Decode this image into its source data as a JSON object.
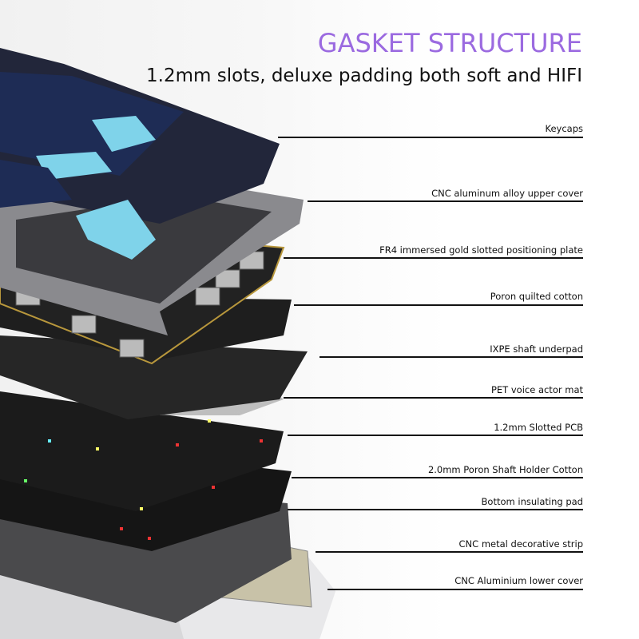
{
  "header": {
    "title": "GASKET STRUCTURE",
    "subtitle": "1.2mm slots, deluxe padding both soft and HIFI"
  },
  "layers": [
    {
      "label": "Keycaps"
    },
    {
      "label": "CNC aluminum alloy upper cover"
    },
    {
      "label": "FR4 immersed gold slotted positioning plate"
    },
    {
      "label": "Poron quilted cotton"
    },
    {
      "label": "IXPE shaft underpad"
    },
    {
      "label": "PET voice actor mat"
    },
    {
      "label": "1.2mm Slotted PCB"
    },
    {
      "label": "2.0mm Poron Shaft Holder Cotton"
    },
    {
      "label": "Bottom insulating pad"
    },
    {
      "label": "CNC metal decorative strip"
    },
    {
      "label": "CNC Aluminium lower cover"
    }
  ],
  "colors": {
    "title": "#9b6ae0",
    "keycap_navy": "#1e2c55",
    "keycap_dark": "#22263a",
    "keycap_accent": "#7fd3ea"
  }
}
